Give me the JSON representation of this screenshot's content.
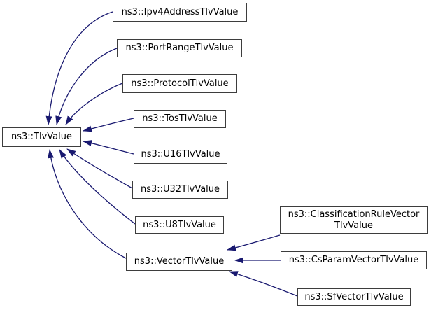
{
  "diagram": {
    "type": "inheritance-graph",
    "nodes": {
      "base": {
        "label": "ns3::TlvValue"
      },
      "ipv4": {
        "label": "ns3::Ipv4AddressTlvValue"
      },
      "portrange": {
        "label": "ns3::PortRangeTlvValue"
      },
      "protocol": {
        "label": "ns3::ProtocolTlvValue"
      },
      "tos": {
        "label": "ns3::TosTlvValue"
      },
      "u16": {
        "label": "ns3::U16TlvValue"
      },
      "u32": {
        "label": "ns3::U32TlvValue"
      },
      "u8": {
        "label": "ns3::U8TlvValue"
      },
      "vector": {
        "label": "ns3::VectorTlvValue"
      },
      "classification": {
        "label_line1": "ns3::ClassificationRuleVector",
        "label_line2": "TlvValue"
      },
      "csparam": {
        "label": "ns3::CsParamVectorTlvValue"
      },
      "sfvector": {
        "label": "ns3::SfVectorTlvValue"
      }
    },
    "edges": [
      {
        "from": "ns3::Ipv4AddressTlvValue",
        "to": "ns3::TlvValue"
      },
      {
        "from": "ns3::PortRangeTlvValue",
        "to": "ns3::TlvValue"
      },
      {
        "from": "ns3::ProtocolTlvValue",
        "to": "ns3::TlvValue"
      },
      {
        "from": "ns3::TosTlvValue",
        "to": "ns3::TlvValue"
      },
      {
        "from": "ns3::U16TlvValue",
        "to": "ns3::TlvValue"
      },
      {
        "from": "ns3::U32TlvValue",
        "to": "ns3::TlvValue"
      },
      {
        "from": "ns3::U8TlvValue",
        "to": "ns3::TlvValue"
      },
      {
        "from": "ns3::VectorTlvValue",
        "to": "ns3::TlvValue"
      },
      {
        "from": "ns3::ClassificationRuleVectorTlvValue",
        "to": "ns3::VectorTlvValue"
      },
      {
        "from": "ns3::CsParamVectorTlvValue",
        "to": "ns3::VectorTlvValue"
      },
      {
        "from": "ns3::SfVectorTlvValue",
        "to": "ns3::VectorTlvValue"
      }
    ],
    "colors": {
      "edge": "#191970",
      "node_border": "#3d3d3d",
      "node_background": "#ffffff",
      "text": "#000000",
      "background": "#ffffff"
    }
  }
}
